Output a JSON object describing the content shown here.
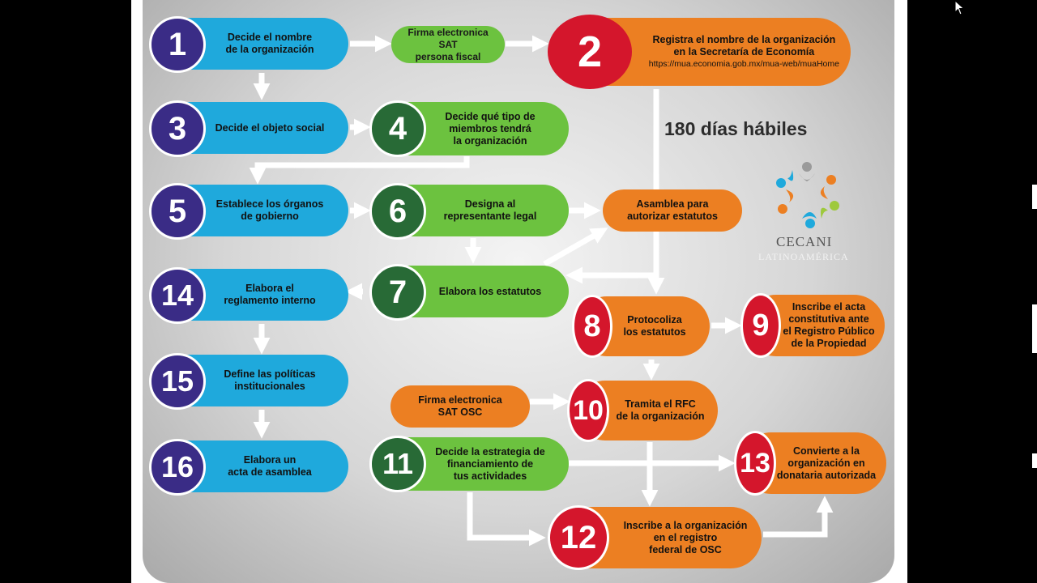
{
  "steps": {
    "s1": {
      "num": "1",
      "text": "Decide el nombre\nde la organización"
    },
    "s2": {
      "num": "2",
      "text": "Registra el nombre de la organización\nen la Secretaría de Economía",
      "url": "https://mua.economia.gob.mx/mua-web/muaHome"
    },
    "s3": {
      "num": "3",
      "text": "Decide el objeto social"
    },
    "s4": {
      "num": "4",
      "text": "Decide qué tipo de\nmiembros tendrá\nla organización"
    },
    "s5": {
      "num": "5",
      "text": "Establece los órganos\nde gobierno"
    },
    "s6": {
      "num": "6",
      "text": "Designa al\nrepresentante legal"
    },
    "s7": {
      "num": "7",
      "text": "Elabora  los estatutos"
    },
    "s8": {
      "num": "8",
      "text": "Protocoliza\nlos estatutos"
    },
    "s9": {
      "num": "9",
      "text": "Inscribe el acta\nconstitutiva ante\nel Registro Público\nde la Propiedad"
    },
    "s10": {
      "num": "10",
      "text": "Tramita el RFC\nde la organización"
    },
    "s11": {
      "num": "11",
      "text": "Decide la estrategia de\nfinanciamiento de\ntus actividades"
    },
    "s12": {
      "num": "12",
      "text": "Inscribe a la organización\nen el registro\nfederal de OSC"
    },
    "s13": {
      "num": "13",
      "text": "Convierte a la\norganización en\ndonataria autorizada"
    },
    "s14": {
      "num": "14",
      "text": "Elabora el\nreglamento interno"
    },
    "s15": {
      "num": "15",
      "text": "Define las políticas\ninstitucionales"
    },
    "s16": {
      "num": "16",
      "text": "Elabora un\nacta de asamblea"
    }
  },
  "extras": {
    "firma_fisica": "Firma electronica SAT\npersona fiscal",
    "asamblea": "Asamblea para\nautorizar estatutos",
    "firma_osc": "Firma electronica\nSAT OSC"
  },
  "days_label": "180 días hábiles",
  "logo": {
    "name": "CECANI",
    "sub": "LATINOAMÉRICA",
    "icon": "people-circle-logo-icon"
  },
  "colors": {
    "blue": "#1fa9dc",
    "green": "#6cc23f",
    "orange": "#ec7f22",
    "purple": "#3a2c86",
    "dark_green": "#286a36",
    "red": "#d4162c"
  }
}
